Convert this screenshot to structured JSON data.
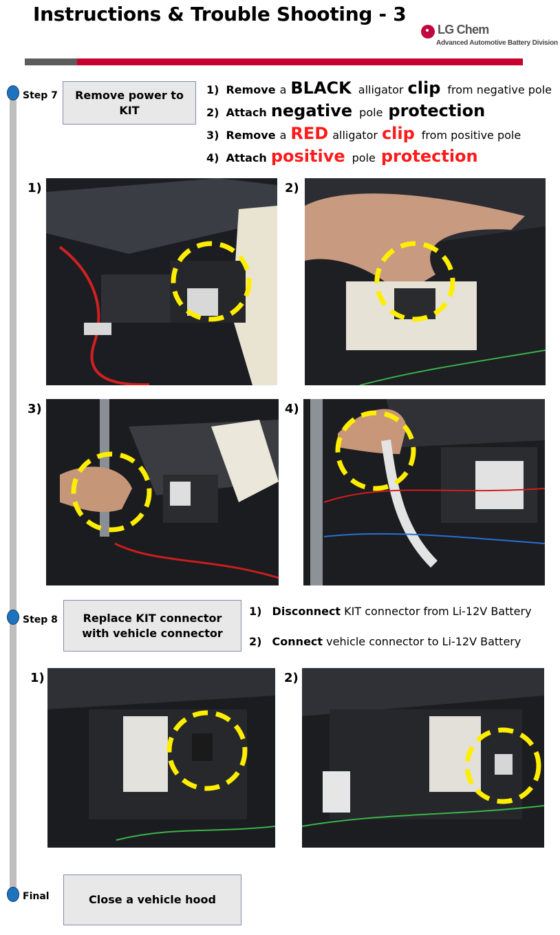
{
  "header": {
    "title": "Instructions & Trouble Shooting - 3",
    "logo_name": "LG Chem",
    "logo_division": "Advanced Automotive Battery Division"
  },
  "colors": {
    "accent_red": "#c8002e",
    "highlight_red": "#ff1a1a",
    "timeline_dot": "#1e73be",
    "circle_yellow": "#ffee00"
  },
  "step7": {
    "label": "Step 7",
    "box": "Remove power to KIT",
    "items": [
      {
        "num": "1)",
        "verb": "Remove",
        "pre": "a",
        "key1": "BLACK",
        "mid": "alligator",
        "key2": "clip",
        "post": "from negative pole"
      },
      {
        "num": "2)",
        "verb": "Attach",
        "key1": "negative",
        "mid": "pole",
        "key2": "protection"
      },
      {
        "num": "3)",
        "verb": "Remove",
        "pre": "a",
        "key1": "RED",
        "mid": "alligator",
        "key2": "clip",
        "post": "from positive pole"
      },
      {
        "num": "4)",
        "verb": "Attach",
        "key1": "positive",
        "mid": "pole",
        "key2": "protection"
      }
    ],
    "photo_labels": [
      "1)",
      "2)",
      "3)",
      "4)"
    ]
  },
  "step8": {
    "label": "Step 8",
    "box": "Replace KIT connector with vehicle connector",
    "items": [
      {
        "num": "1)",
        "verb": "Disconnect",
        "rest": "KIT connector from Li-12V Battery"
      },
      {
        "num": "2)",
        "verb": "Connect",
        "rest": "vehicle connector to Li-12V Battery"
      }
    ],
    "photo_labels": [
      "1)",
      "2)"
    ]
  },
  "final": {
    "label": "Final",
    "box": "Close a vehicle hood"
  }
}
